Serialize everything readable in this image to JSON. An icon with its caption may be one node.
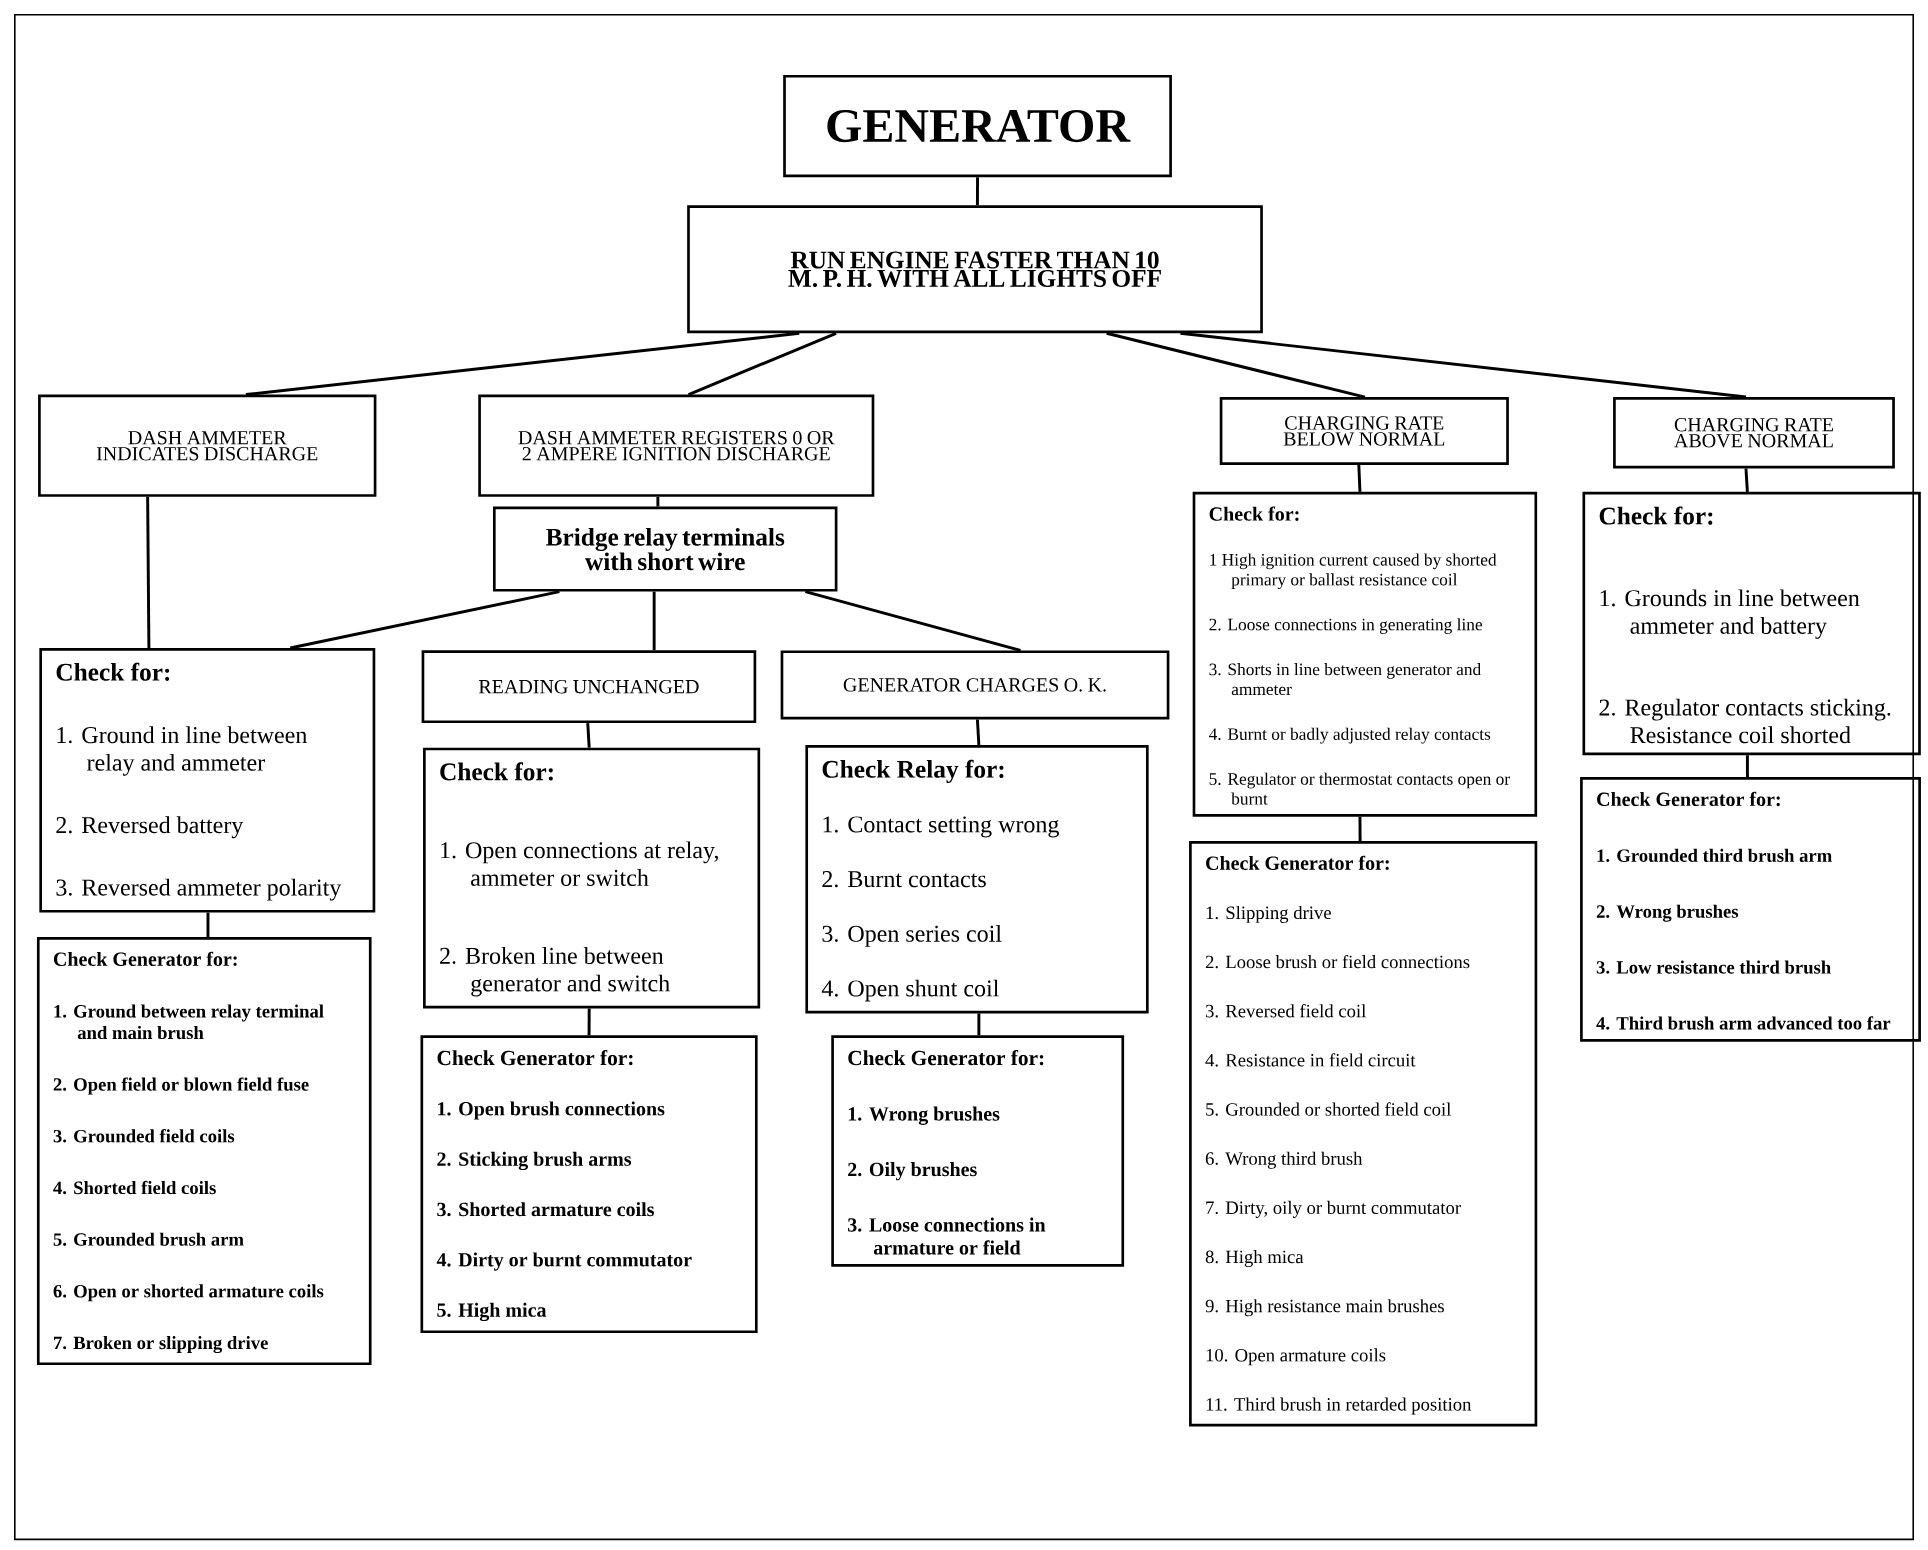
{
  "diagram": {
    "nodes": [
      {
        "text": [
          "GENERATOR"
        ]
      },
      {
        "text": [
          "RUN ENGINE FASTER THAN 10 M. P. H. WITH ALL LIGHTS OFF"
        ]
      },
      {
        "text": [
          "DASH AMMETER INDICATES DISCHARGE"
        ]
      },
      {
        "text": [
          "DASH AMMETER REGISTERS 0 OR 2 AMPERE IGNITION DISCHARGE"
        ]
      },
      {
        "text": [
          "CHARGING RATE BELOW NORMAL"
        ]
      },
      {
        "text": [
          "CHARGING RATE ABOVE NORMAL"
        ]
      },
      {
        "text": [
          "Bridge relay terminals with short wire"
        ]
      },
      {
        "text": [
          "Check for:",
          "1. Ground in line between relay and ammeter",
          "2. Reversed battery",
          "3. Reversed ammeter polarity"
        ]
      },
      {
        "text": [
          "READING UNCHANGED"
        ]
      },
      {
        "text": [
          "GENERATOR CHARGES O. K."
        ]
      },
      {
        "text": [
          "Check for:",
          "1 High ignition current caused by shorted primary or ballast resistance coil",
          "2. Loose connections in generating line",
          "3. Shorts in line between generator and ammeter",
          "4. Burnt or badly adjusted relay contacts",
          "5. Regulator or thermostat contacts open or burnt"
        ]
      },
      {
        "text": [
          "Check for:",
          "1. Grounds in line between ammeter and battery",
          "2. Regulator contacts sticking. Resistance coil shorted"
        ]
      },
      {
        "text": [
          "Check Generator for:",
          "1. Ground between relay terminal and main brush",
          "2. Open field or blown field fuse",
          "3. Grounded field coils",
          "4. Shorted field coils",
          "5. Grounded brush arm",
          "6. Open or shorted armature coils",
          "7. Broken or slipping drive"
        ]
      },
      {
        "text": [
          "Check for:",
          "1. Open connections at relay, ammeter or switch",
          "2. Broken line between generator and switch"
        ]
      },
      {
        "text": [
          "Check Relay for:",
          "1. Contact setting wrong",
          "2. Burnt contacts",
          "3. Open series coil",
          "4. Open shunt coil"
        ]
      },
      {
        "text": [
          "Check Generator for:",
          "1. Open brush connections",
          "2. Sticking brush arms",
          "3. Shorted armature coils",
          "4. Dirty or burnt commutator",
          "5. High mica"
        ]
      },
      {
        "text": [
          "Check Generator for:",
          "1. Wrong brushes",
          "2. Oily brushes",
          "3. Loose connections in armature or field"
        ]
      },
      {
        "text": [
          "Check Generator for:",
          "1. Slipping drive",
          "2. Loose brush or field connections",
          "3. Reversed field coil",
          "4. Resistance in field circuit",
          "5. Grounded or shorted field coil",
          "6. Wrong third brush",
          "7. Dirty, oily or burnt commutator",
          "8. High mica",
          "9. High resistance main brushes",
          "10. Open armature coils",
          "11. Third brush in retarded position"
        ]
      },
      {
        "text": [
          "Check Generator for:",
          "1. Grounded third brush arm",
          "2. Wrong brushes",
          "3. Low resistance third brush",
          "4. Third brush arm advanced too far"
        ]
      }
    ],
    "edges": [
      {
        "from": 0,
        "to": 1,
        "arrow": "none"
      },
      {
        "from": 1,
        "to": 2,
        "arrow": "none"
      },
      {
        "from": 1,
        "to": 3,
        "arrow": "none"
      },
      {
        "from": 1,
        "to": 4,
        "arrow": "none"
      },
      {
        "from": 1,
        "to": 5,
        "arrow": "none"
      },
      {
        "from": 3,
        "to": 6,
        "arrow": "none"
      },
      {
        "from": 2,
        "to": 7,
        "arrow": "none"
      },
      {
        "from": 6,
        "to": 7,
        "arrow": "none"
      },
      {
        "from": 6,
        "to": 8,
        "arrow": "none"
      },
      {
        "from": 6,
        "to": 9,
        "arrow": "none"
      },
      {
        "from": 4,
        "to": 10,
        "arrow": "none"
      },
      {
        "from": 5,
        "to": 11,
        "arrow": "none"
      },
      {
        "from": 7,
        "to": 12,
        "arrow": "none"
      },
      {
        "from": 8,
        "to": 13,
        "arrow": "none"
      },
      {
        "from": 9,
        "to": 14,
        "arrow": "none"
      },
      {
        "from": 13,
        "to": 15,
        "arrow": "none"
      },
      {
        "from": 14,
        "to": 16,
        "arrow": "none"
      },
      {
        "from": 10,
        "to": 17,
        "arrow": "none"
      },
      {
        "from": 11,
        "to": 18,
        "arrow": "none"
      }
    ]
  }
}
